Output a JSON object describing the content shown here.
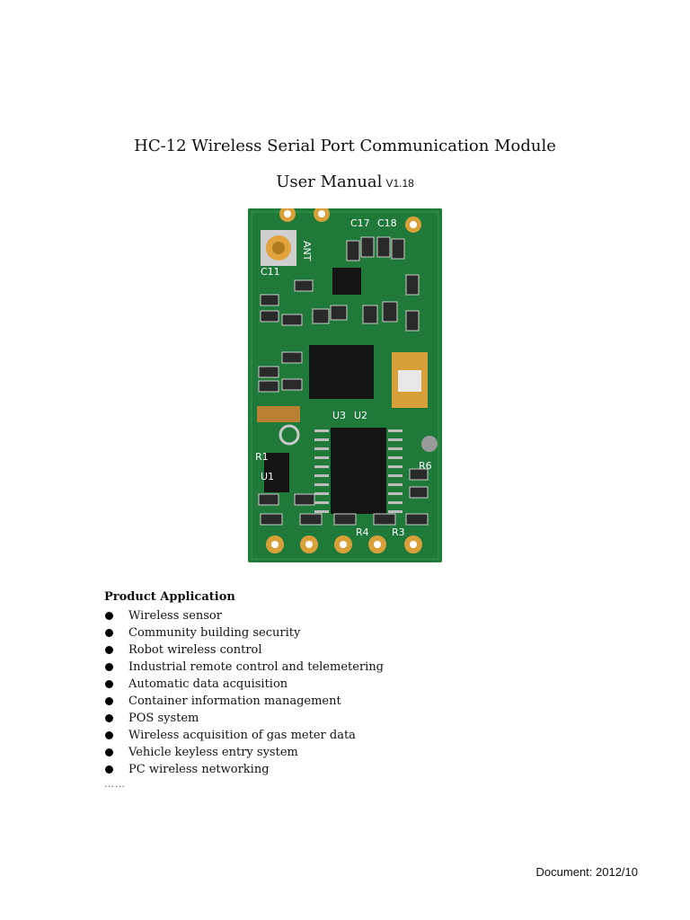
{
  "document": {
    "title": "HC-12 Wireless Serial Port Communication Module",
    "subtitle": "User Manual",
    "version": "V1.18"
  },
  "board_labels": {
    "ant": "ANT",
    "c17": "C17",
    "c18": "C18",
    "c11": "C11",
    "u3": "U3",
    "u2": "U2",
    "r1": "R1",
    "r6": "R6",
    "r4": "R4",
    "r3": "R3",
    "u1": "U1"
  },
  "section": {
    "heading": "Product Application",
    "items": [
      "Wireless sensor",
      "Community building security",
      "Robot wireless control",
      "Industrial remote control and telemetering",
      "Automatic data acquisition",
      "Container information management",
      "POS system",
      "Wireless acquisition of gas meter data",
      "Vehicle keyless entry system",
      "PC wireless networking"
    ],
    "ellipsis": "……"
  },
  "footer": {
    "document": "Document: 2012/10"
  },
  "colors": {
    "pcb": "#1f7a3a",
    "pad": "#e2a23c",
    "chip": "#141414"
  }
}
